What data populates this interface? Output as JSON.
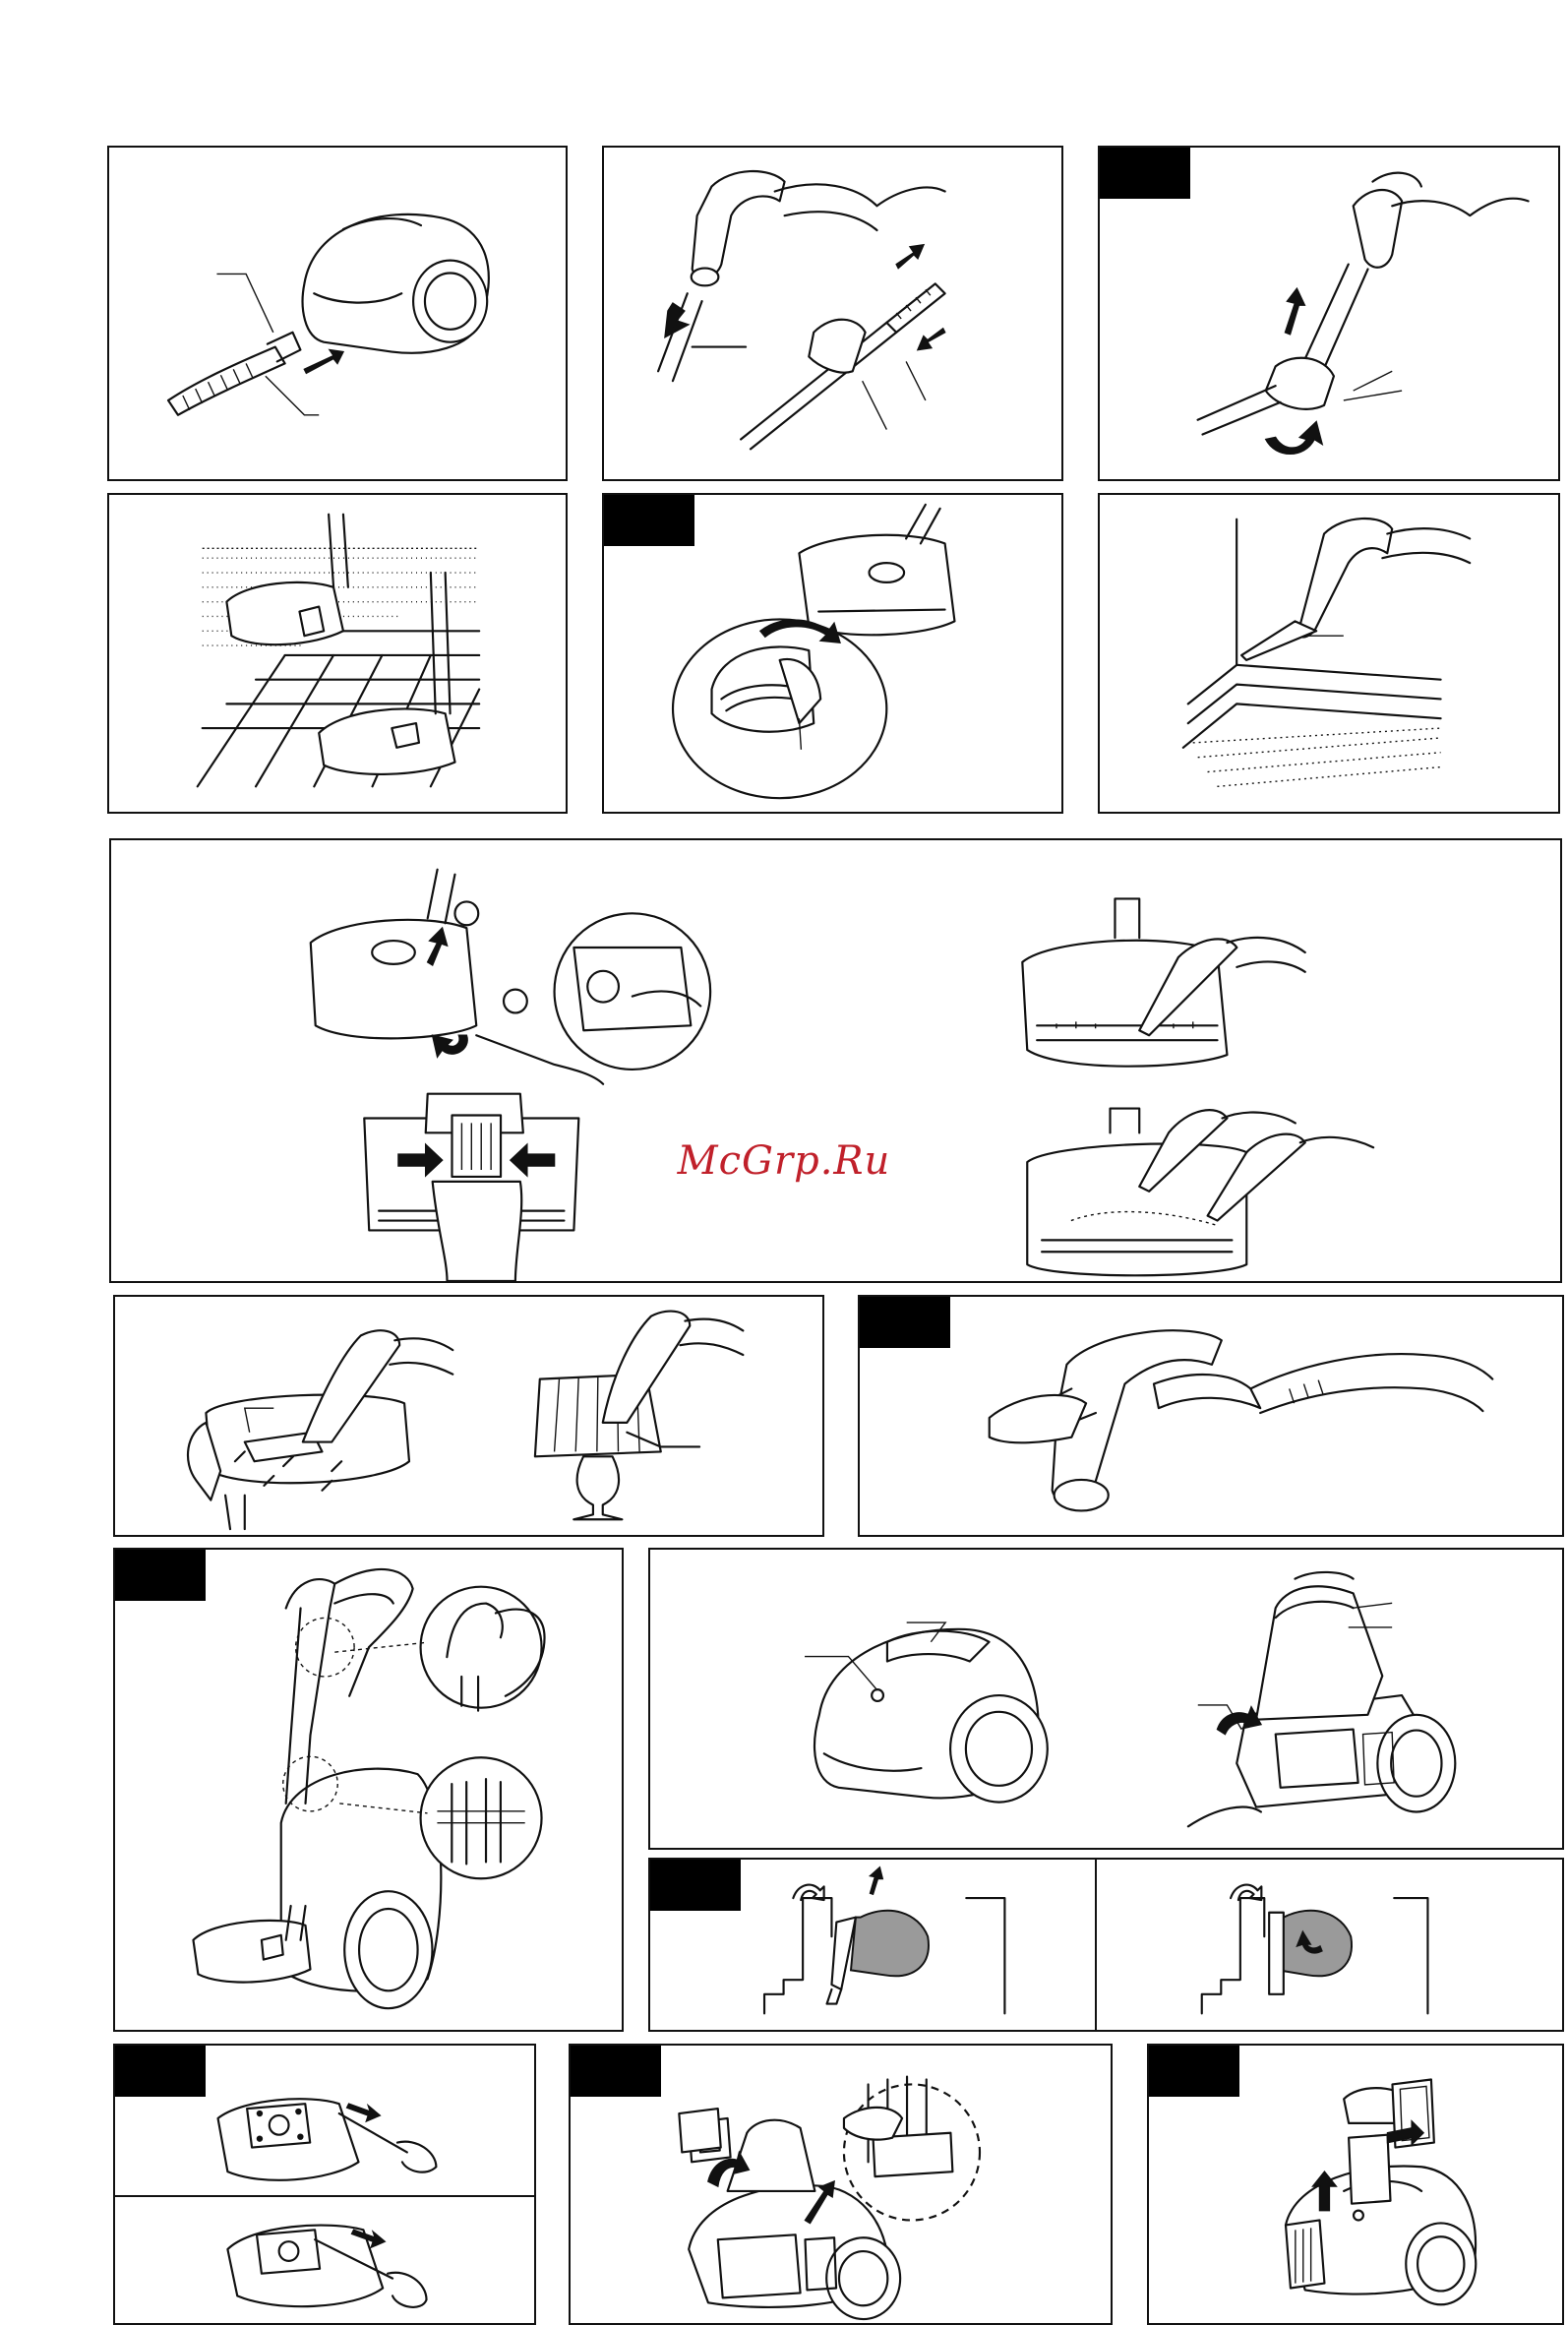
{
  "watermark": {
    "text": "McGrp.Ru"
  },
  "colors": {
    "ink": "#111111",
    "paper": "#ffffff",
    "watermark": "#c0202a",
    "label_block": "#000000"
  },
  "panels": [
    {
      "id": "p1",
      "subject": "hose-connection"
    },
    {
      "id": "p2",
      "subject": "tube-assembly"
    },
    {
      "id": "p3",
      "subject": "hand-grip-adjust"
    },
    {
      "id": "p4",
      "subject": "floor-nozzle-carpet-tiles"
    },
    {
      "id": "p5",
      "subject": "nozzle-switch"
    },
    {
      "id": "p6",
      "subject": "crevice-tool"
    },
    {
      "id": "p7",
      "subject": "turbo-brush-maintenance"
    },
    {
      "id": "p8",
      "subject": "upholstery-and-lamp"
    },
    {
      "id": "p9",
      "subject": "handle-control"
    },
    {
      "id": "p10",
      "subject": "storage-parking"
    },
    {
      "id": "p11",
      "subject": "open-lid"
    },
    {
      "id": "p12",
      "subject": "bag-holder"
    },
    {
      "id": "p13",
      "subject": "bag-seal"
    },
    {
      "id": "p14",
      "subject": "motor-filter"
    },
    {
      "id": "p15",
      "subject": "exhaust-filter"
    }
  ]
}
